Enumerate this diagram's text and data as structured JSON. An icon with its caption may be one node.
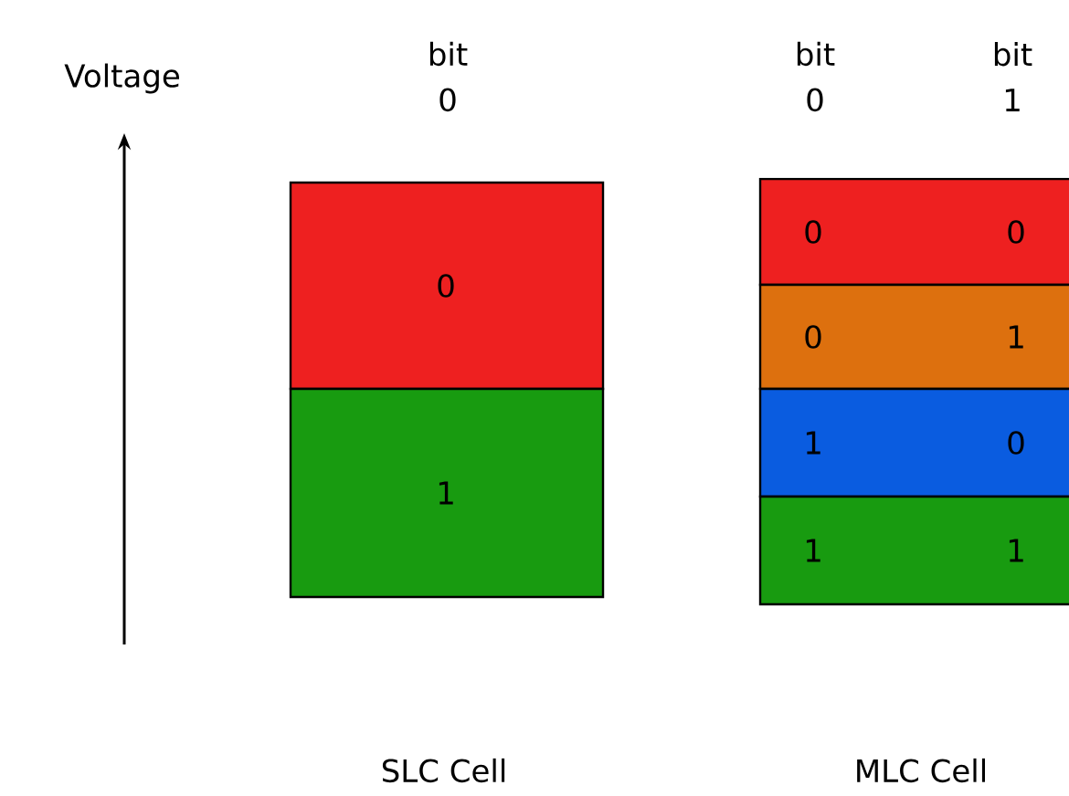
{
  "diagram": {
    "nodes": [
      {
        "text": [
          "0"
        ]
      },
      {
        "text": [
          "1"
        ]
      },
      {
        "text": [
          "0",
          "0"
        ]
      },
      {
        "text": [
          "0",
          "1"
        ]
      },
      {
        "text": [
          "1",
          "0"
        ]
      },
      {
        "text": [
          "1",
          "1"
        ]
      }
    ],
    "labels": [
      "Voltage",
      "bit 0",
      "bit 0",
      "bit 1",
      "SLC Cell",
      "MLC Cell"
    ]
  }
}
